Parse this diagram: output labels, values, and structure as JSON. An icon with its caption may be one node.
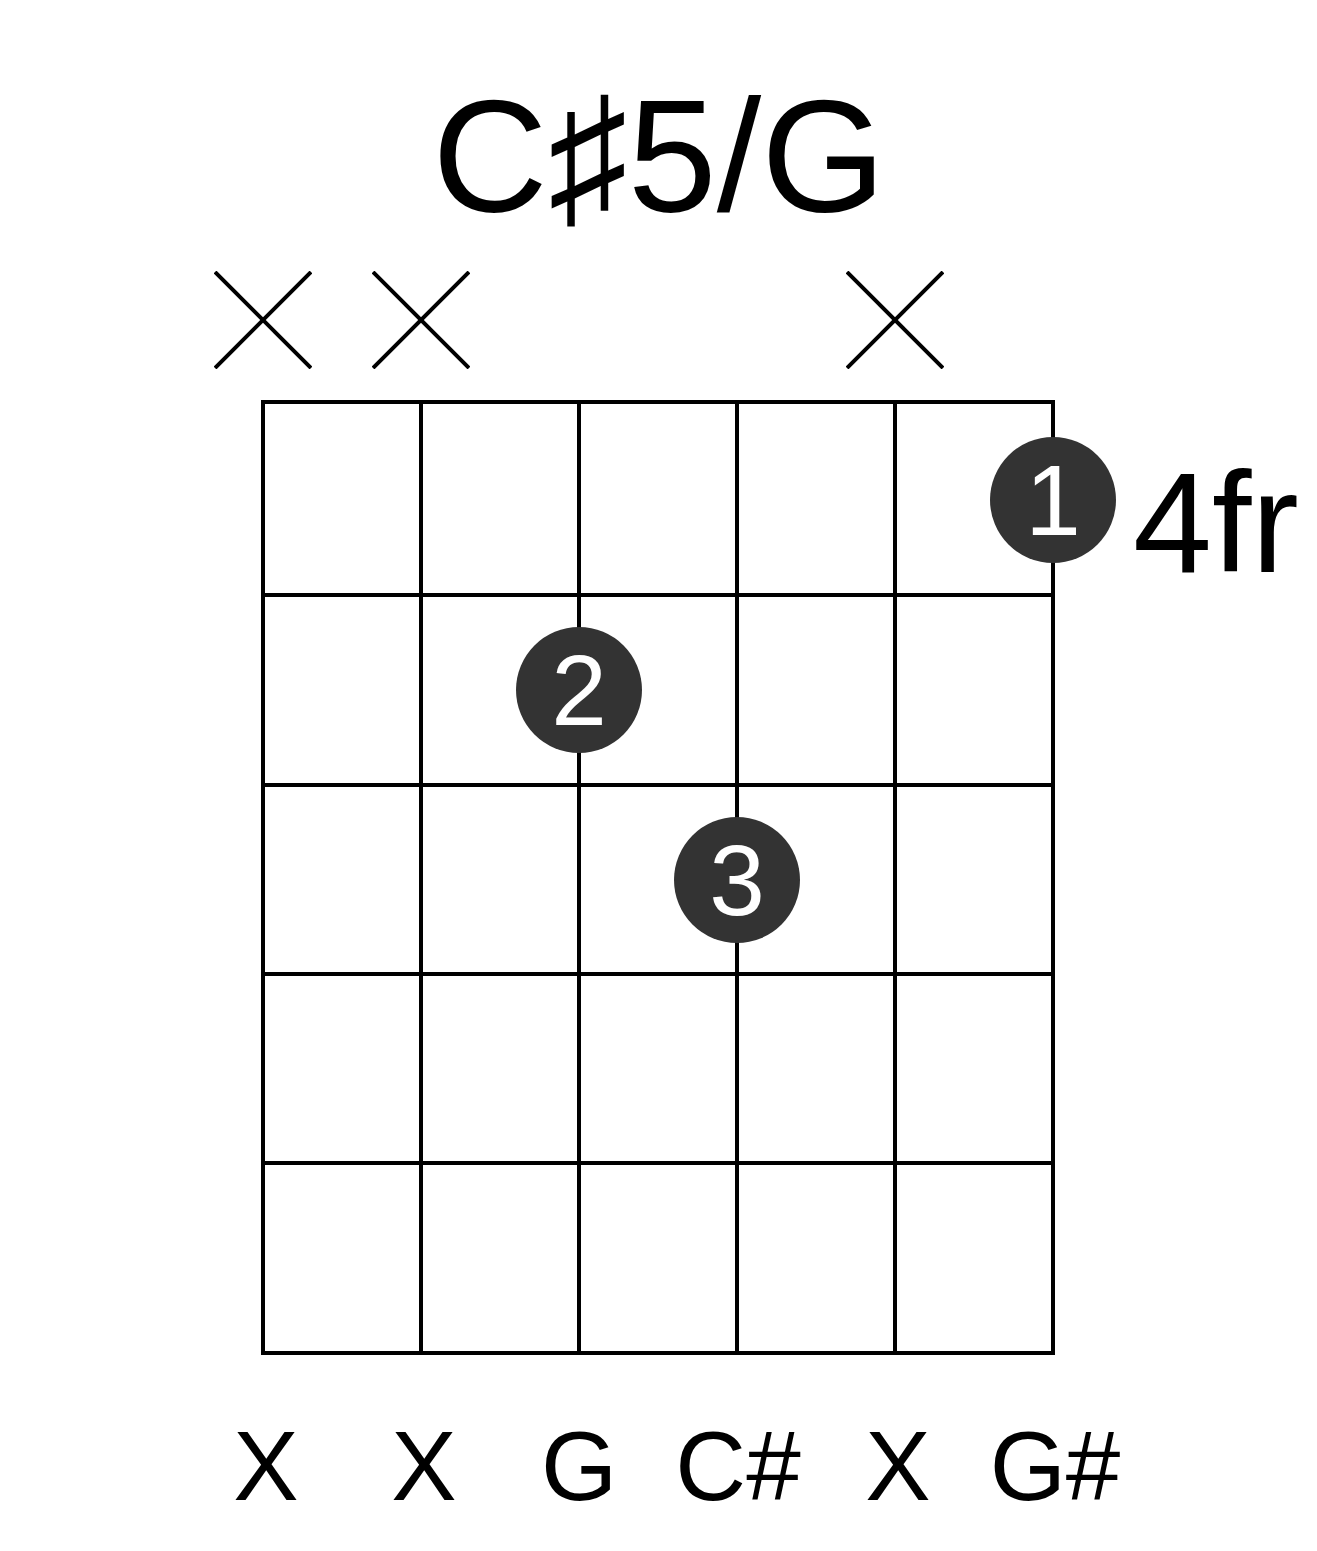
{
  "diagram": {
    "title": "C♯5/G",
    "nodes": [
      {
        "text": [
          "1"
        ]
      },
      {
        "text": [
          "2"
        ]
      },
      {
        "text": [
          "3"
        ]
      }
    ],
    "labels": [
      "4fr",
      "X",
      "X",
      "G",
      "C#",
      "X",
      "G#"
    ]
  }
}
